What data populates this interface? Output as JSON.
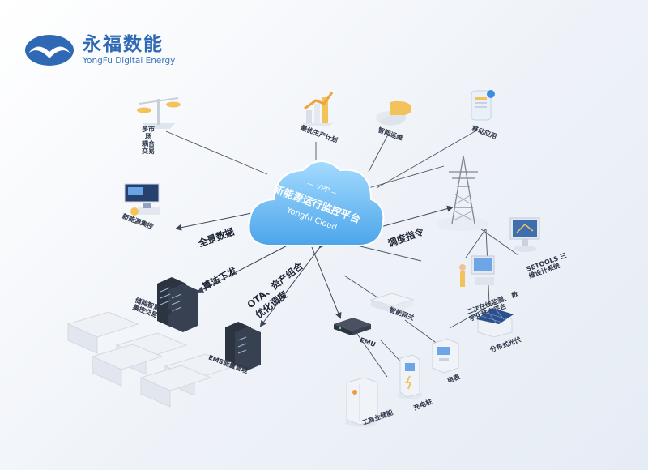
{
  "brand": {
    "name_cn": "永福数能",
    "name_en": "YongFu Digital Energy",
    "colors": {
      "primary": "#2f69b5",
      "cloud": "#5fb4ef",
      "line": "#4a5566"
    }
  },
  "cloud": {
    "line1": "— VPP —",
    "line2": "新能源运行监控平台",
    "line3": "Yongfu Cloud"
  },
  "nodes": {
    "market": "多市场 耦合交易",
    "plan": "最优生产计划",
    "ops": "智能运维",
    "mobile": "移动应用",
    "center": "新能源集控",
    "tower_sys": "SETOOLS 三维设计系统",
    "monitor_platform": "二次在线监测、 数字化移交平台",
    "storage_cloud": "储能智慧云管 集控交易",
    "ems": "EMS能量管理",
    "emu": "EMU",
    "gateway": "智能网关",
    "pv": "分布式光伏",
    "meter": "电表",
    "charger": "充电桩",
    "industrial": "工商业储能"
  },
  "flows": {
    "full_data": "全景数据",
    "dispatch": "调度指令",
    "algo_down": "算法下发",
    "ota_line1": "OTA、资产组合",
    "ota_line2": "优化调度"
  }
}
